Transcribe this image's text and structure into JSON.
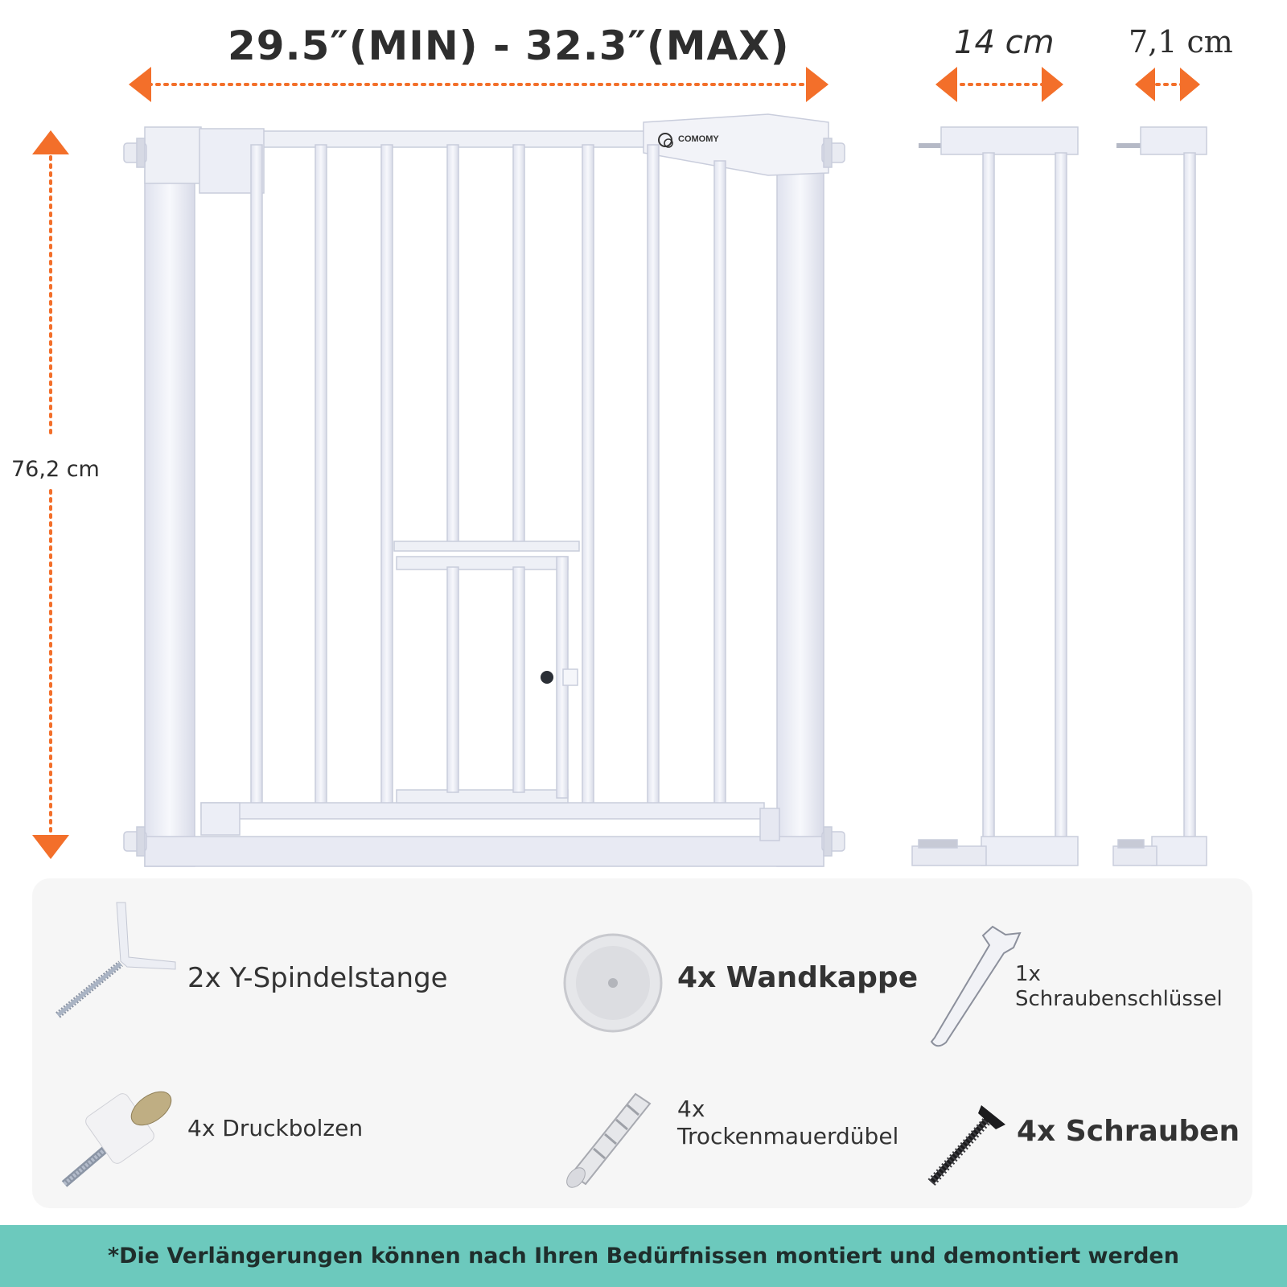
{
  "dimensions": {
    "gate_width": "29.5″(MIN) - 32.3″(MAX)",
    "extension_large": "14 cm",
    "extension_small": "7,1 cm",
    "gate_height": "76,2 cm"
  },
  "brand": {
    "logo_text": "COMOMY"
  },
  "colors": {
    "accent_arrow": "#f36f2a",
    "gate_frame": "#eceef6",
    "panel_background": "#f6f6f6",
    "footer_background": "#6cc9bd"
  },
  "accessories": [
    {
      "quantity": "2x",
      "name": "Y-Spindelstange",
      "label": "2x Y-Spindelstange",
      "icon": "y-spindle-icon"
    },
    {
      "quantity": "4x",
      "name": "Wandkappe",
      "label": "4x Wandkappe",
      "icon": "wall-cap-icon"
    },
    {
      "quantity": "1x",
      "name": "Schraubenschlüssel",
      "label_line1": "1x",
      "label_line2": "Schraubenschlüssel",
      "icon": "wrench-icon"
    },
    {
      "quantity": "4x",
      "name": "Druckbolzen",
      "label": "4x Druckbolzen",
      "icon": "pressure-bolt-icon"
    },
    {
      "quantity": "4x",
      "name": "Trockenmauerdübel",
      "label_line1": "4x",
      "label_line2": "Trockenmauerdübel",
      "icon": "drywall-anchor-icon"
    },
    {
      "quantity": "4x",
      "name": "Schrauben",
      "label": "4x Schrauben",
      "icon": "screw-icon"
    }
  ],
  "footer": {
    "note": "*Die Verlängerungen können nach Ihren Bedürfnissen montiert und demontiert werden"
  }
}
